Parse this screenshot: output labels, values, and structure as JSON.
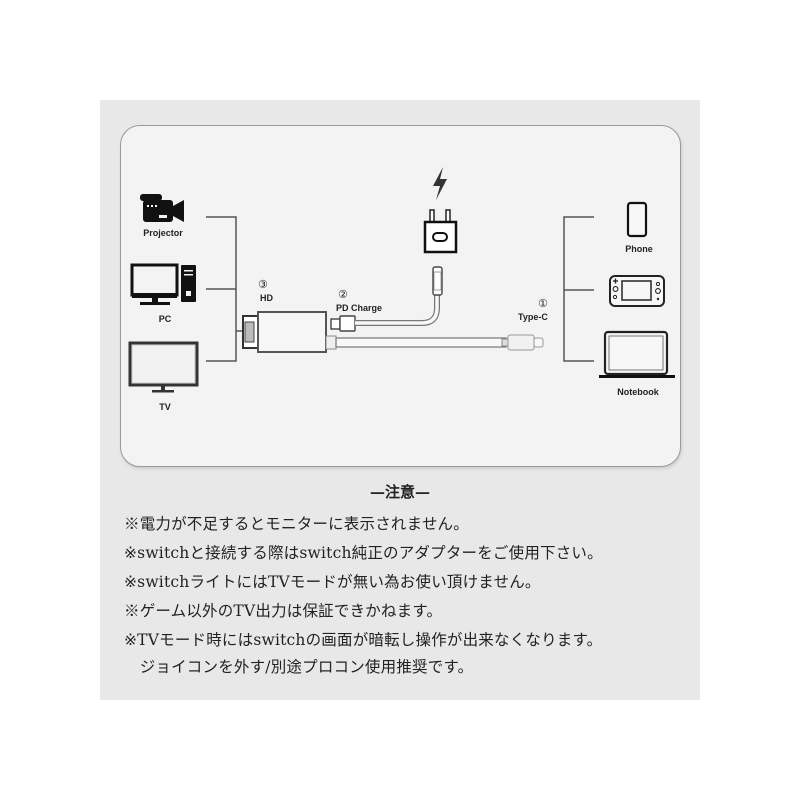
{
  "diagram": {
    "left_devices": [
      {
        "label": "Projector",
        "icon": "video-camera-icon"
      },
      {
        "label": "PC",
        "icon": "desktop-pc-icon"
      },
      {
        "label": "TV",
        "icon": "tv-icon"
      }
    ],
    "right_devices": [
      {
        "label": "Phone",
        "icon": "smartphone-icon"
      },
      {
        "label": "",
        "icon": "handheld-game-console-icon"
      },
      {
        "label": "Notebook",
        "icon": "laptop-icon"
      }
    ],
    "ports": {
      "hdmi": {
        "number": "③",
        "label": "HD"
      },
      "pd": {
        "number": "②",
        "label": "PD Charge"
      },
      "typec": {
        "number": "①",
        "label": "Type-C"
      }
    },
    "power_icon": "lightning-bolt-icon",
    "charger_icon": "wall-charger-icon"
  },
  "notice": {
    "title": "—注意—",
    "lines": [
      "※電力が不足するとモニターに表示されません。",
      "※switchと接続する際はswitch純正のアダプターをご使用下さい。",
      "※switchライトにはTVモードが無い為お使い頂けません。",
      "※ゲーム以外のTV出力は保証できかねます。",
      "※TVモード時にはswitchの画面が暗転し操作が出来なくなります。",
      "　ジョイコンを外す/別途プロコン使用推奨です。"
    ]
  },
  "colors": {
    "panel_bg": "#e8e8e8",
    "card_bg": "#f3f3f3",
    "line": "#555555",
    "icon": "#111111"
  }
}
